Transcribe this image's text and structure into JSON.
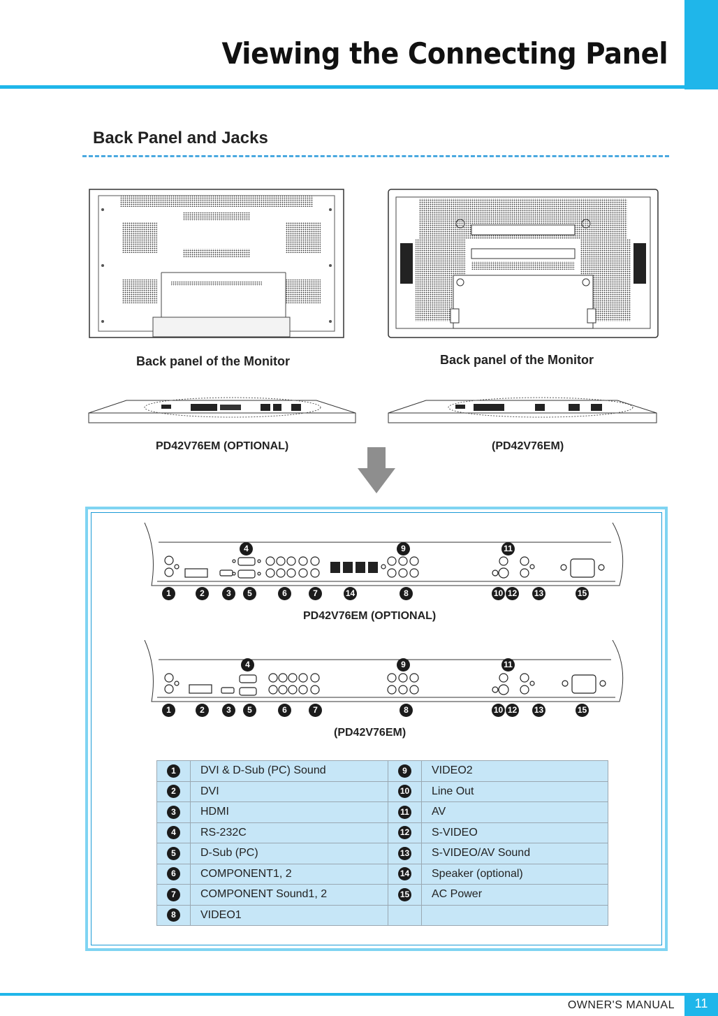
{
  "header": {
    "title": "Viewing the Connecting Panel"
  },
  "section": {
    "title": "Back Panel and Jacks"
  },
  "monitors": {
    "left_caption": "Back panel of the Monitor",
    "right_caption": "Back panel of the Monitor"
  },
  "edges": {
    "left_caption": "PD42V76EM (OPTIONAL)",
    "right_caption": "(PD42V76EM)"
  },
  "panels": {
    "top_caption": "PD42V76EM (OPTIONAL)",
    "bottom_caption": "(PD42V76EM)",
    "top_numbers": [
      "1",
      "2",
      "3",
      "5",
      "6",
      "7",
      "14",
      "8",
      "10",
      "12",
      "13",
      "15"
    ],
    "top_upper_numbers": [
      "4",
      "9",
      "11"
    ],
    "bottom_numbers": [
      "1",
      "2",
      "3",
      "5",
      "6",
      "7",
      "8",
      "10",
      "12",
      "13",
      "15"
    ],
    "bottom_upper_numbers": [
      "4",
      "9",
      "11"
    ]
  },
  "legend": {
    "rows": [
      {
        "n1": "1",
        "l1": "DVI & D-Sub (PC) Sound",
        "n2": "9",
        "l2": "VIDEO2"
      },
      {
        "n1": "2",
        "l1": "DVI",
        "n2": "10",
        "l2": "Line Out"
      },
      {
        "n1": "3",
        "l1": "HDMI",
        "n2": "11",
        "l2": "AV"
      },
      {
        "n1": "4",
        "l1": "RS-232C",
        "n2": "12",
        "l2": "S-VIDEO"
      },
      {
        "n1": "5",
        "l1": "D-Sub (PC)",
        "n2": "13",
        "l2": "S-VIDEO/AV Sound"
      },
      {
        "n1": "6",
        "l1": "COMPONENT1, 2",
        "n2": "14",
        "l2": "Speaker (optional)"
      },
      {
        "n1": "7",
        "l1": "COMPONENT Sound1, 2",
        "n2": "15",
        "l2": "AC Power"
      },
      {
        "n1": "8",
        "l1": "VIDEO1",
        "n2": "",
        "l2": ""
      }
    ]
  },
  "footer": {
    "label": "OWNER'S MANUAL",
    "page": "11"
  }
}
